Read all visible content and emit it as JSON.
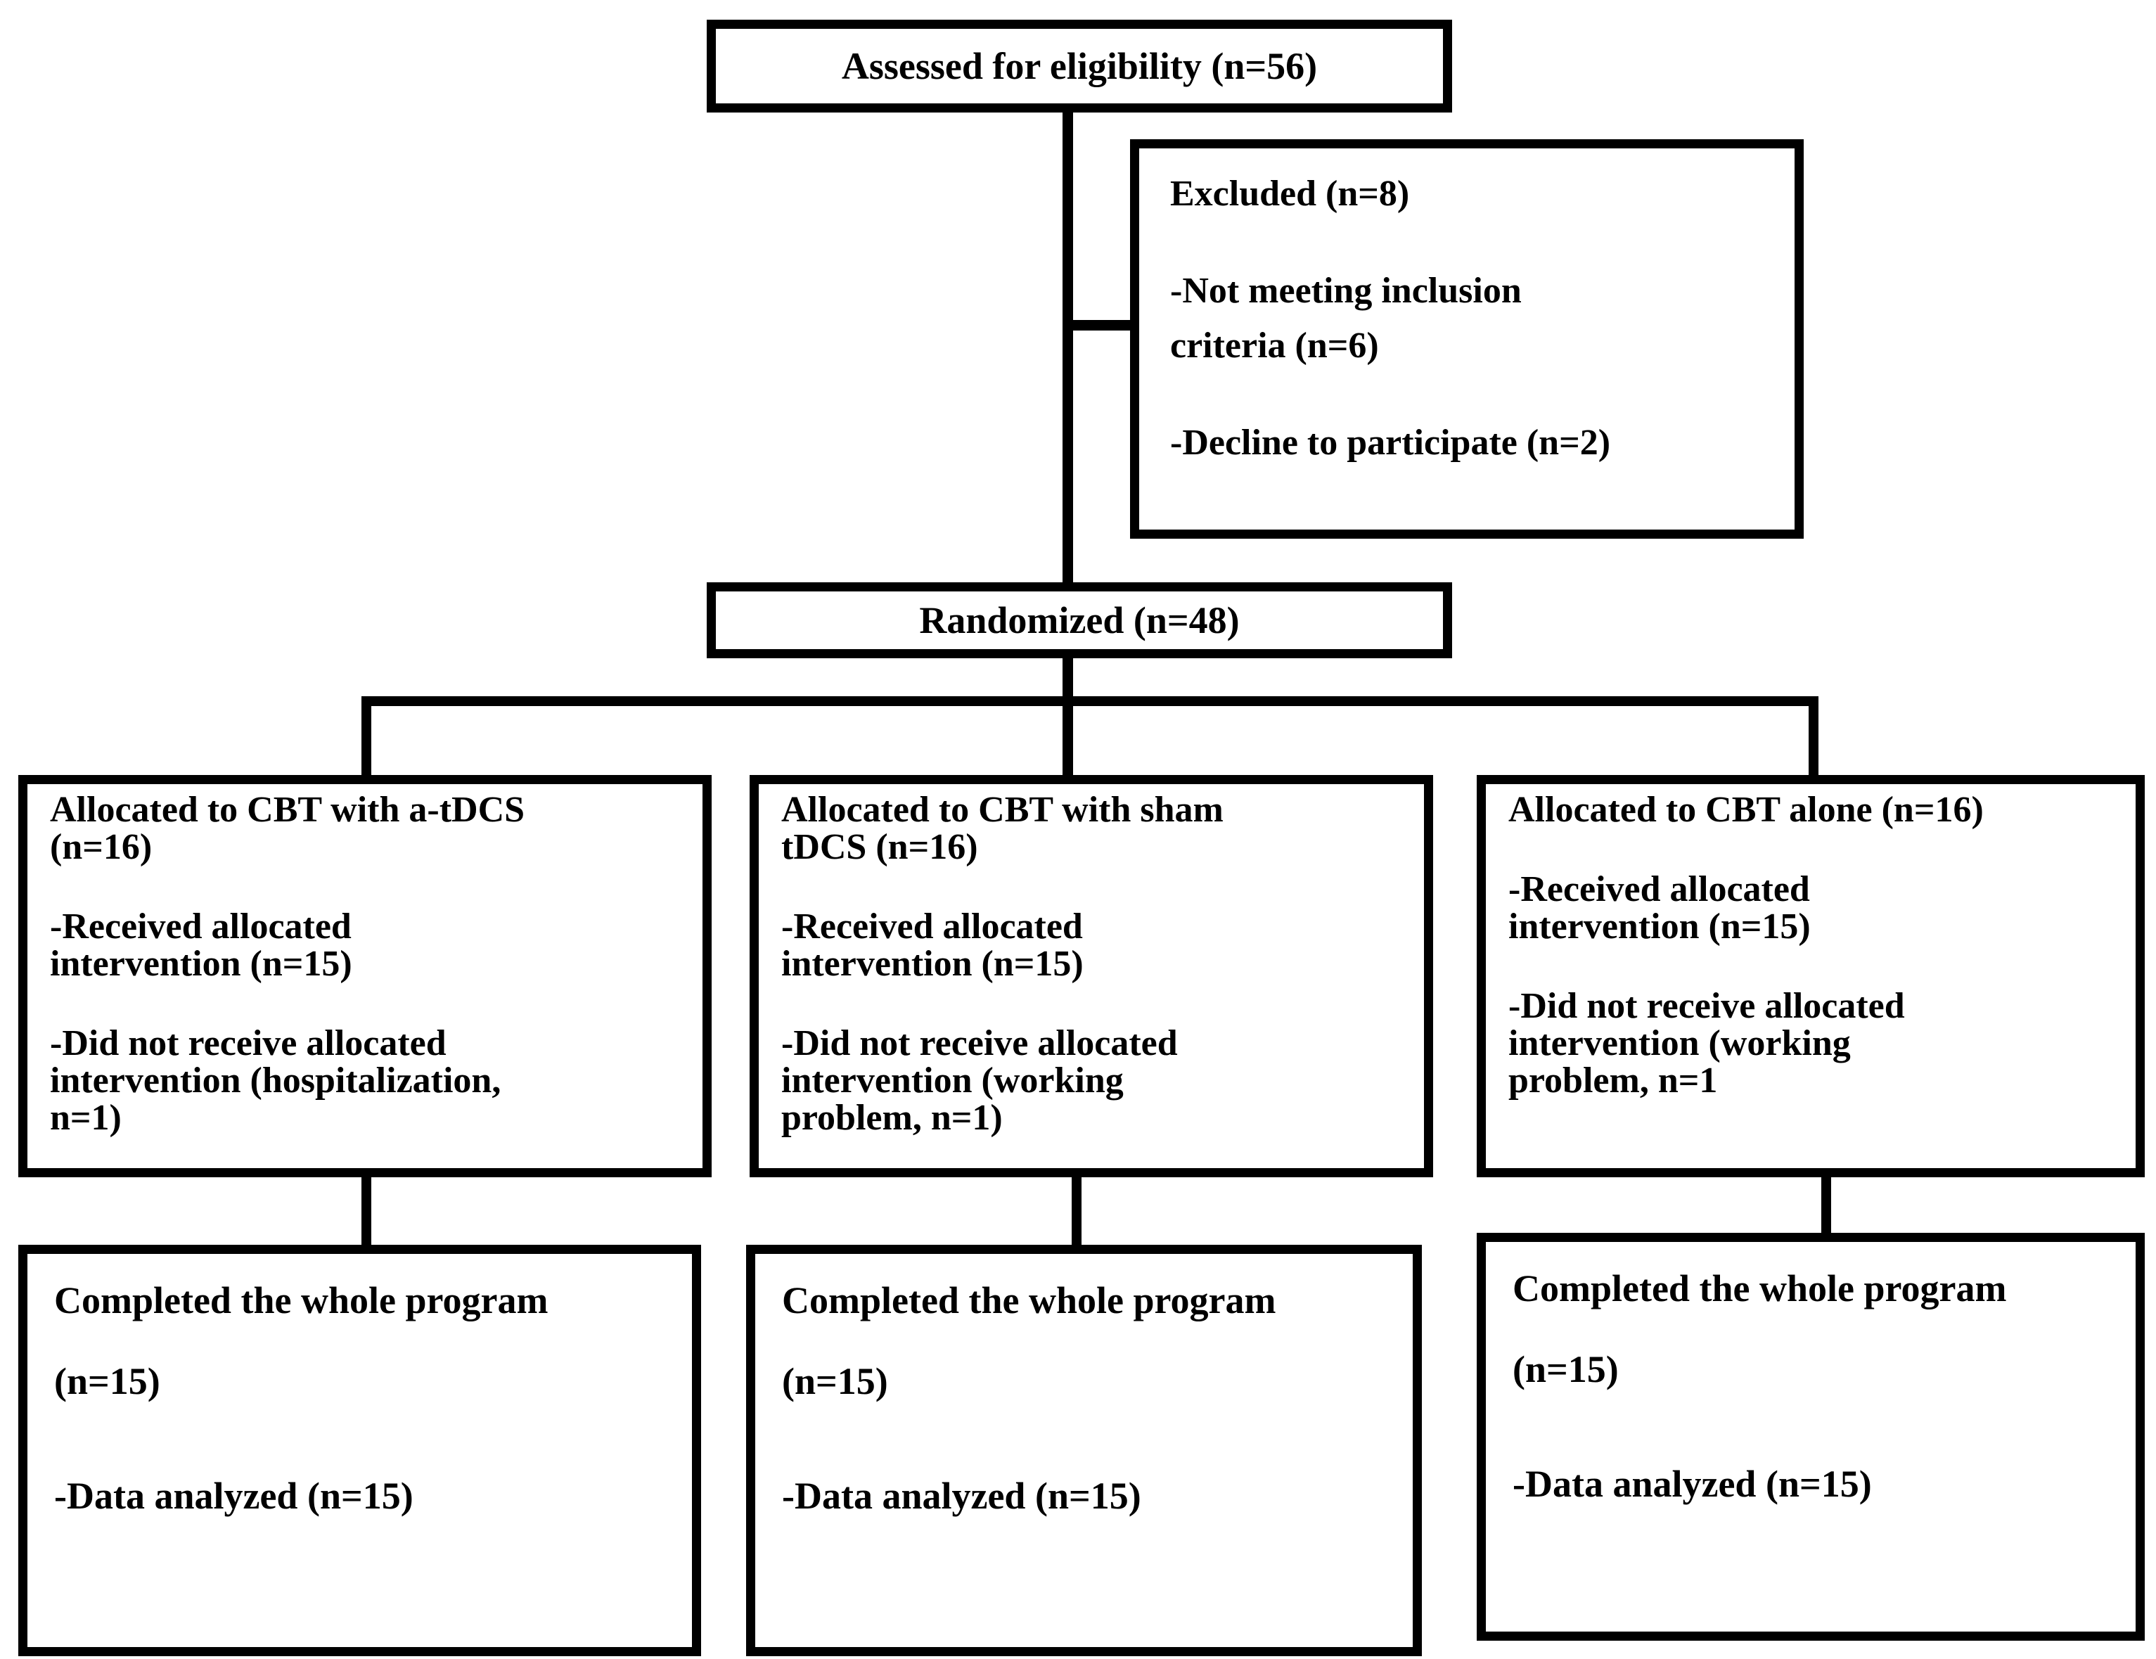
{
  "style": {
    "background": "#ffffff",
    "line_color": "#000000",
    "text_color": "#000000"
  },
  "flow": {
    "assessed": {
      "label": "Assessed for eligibility (n=56)"
    },
    "excluded": {
      "title": "Excluded (n=8)",
      "reason1": [
        "-Not meeting inclusion",
        "criteria (n=6)"
      ],
      "reason2": "-Decline to participate (n=2)"
    },
    "randomized": {
      "label": "Randomized (n=48)"
    },
    "alloc_left": {
      "title": [
        "Allocated to CBT with a-tDCS",
        "(n=16)"
      ],
      "received": [
        "-Received allocated",
        "intervention (n=15)"
      ],
      "not_received": [
        "-Did not receive allocated",
        "intervention (hospitalization,",
        "n=1)"
      ]
    },
    "alloc_mid": {
      "title": [
        "Allocated to CBT with sham",
        "tDCS (n=16)"
      ],
      "received": [
        "-Received allocated",
        "intervention (n=15)"
      ],
      "not_received": [
        "-Did not receive allocated",
        "intervention (working",
        "problem, n=1)"
      ]
    },
    "alloc_right": {
      "title": [
        "Allocated to CBT alone (n=16)"
      ],
      "received": [
        "-Received allocated",
        "intervention (n=15)"
      ],
      "not_received": [
        "-Did not receive allocated",
        "intervention (working",
        "problem, n=1"
      ]
    },
    "completed": {
      "line1": "Completed the whole program",
      "line2": "(n=15)",
      "line3": "-Data analyzed (n=15)"
    }
  }
}
